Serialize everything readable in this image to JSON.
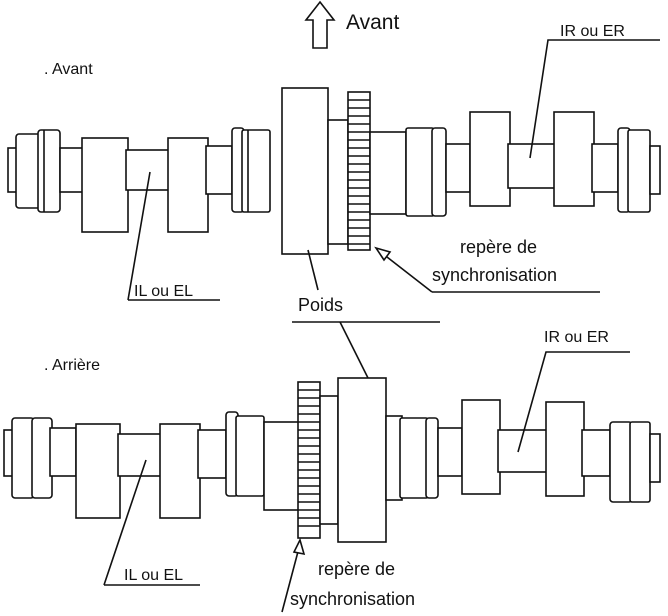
{
  "direction": {
    "arrow_icon": "up-arrow-icon",
    "label": "Avant"
  },
  "top_view": {
    "caption": ". Avant",
    "label_right": "IR ou ER",
    "label_left": "IL ou EL",
    "sync_mark": [
      "repère de",
      "synchronisation"
    ]
  },
  "weight_label": "Poids",
  "bottom_view": {
    "caption": ". Arrière",
    "label_right": "IR ou ER",
    "label_left": "IL ou EL",
    "sync_mark": [
      "repère de",
      "synchronisation"
    ]
  },
  "colors": {
    "ink": "#111111",
    "paper": "#ffffff"
  }
}
